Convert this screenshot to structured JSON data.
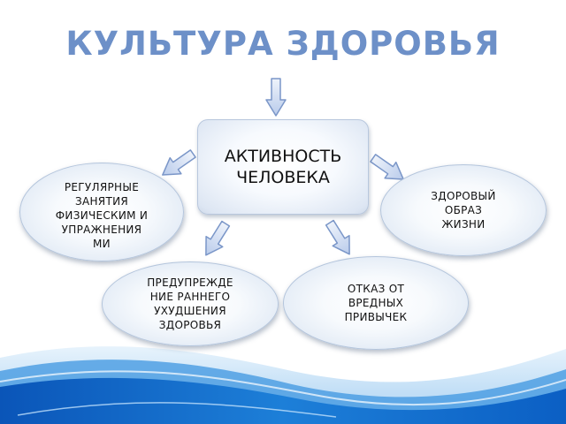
{
  "title": "КУЛЬТУРА ЗДОРОВЬЯ",
  "center": {
    "text": "АКТИВНОСТЬ ЧЕЛОВЕКА"
  },
  "nodes": {
    "sport": {
      "text": "РЕГУЛЯРНЫЕ ЗАНЯТИЯ ФИЗИЧЕСКИМ И УПРАЖНЕНИЯ МИ"
    },
    "zozh": {
      "text": "ЗДОРОВЫЙ ОБРАЗ ЖИЗНИ"
    },
    "prevention": {
      "text": "ПРЕДУПРЕЖДЕ НИЕ РАННЕГО УХУДШЕНИЯ ЗДОРОВЬЯ"
    },
    "bad_habits": {
      "text": "ОТКАЗ ОТ ВРЕДНЫХ ПРИВЫЧЕК"
    }
  },
  "colors": {
    "title": "#6d90c8",
    "arrow_fill": "#c5d3ef",
    "arrow_stroke": "#7a96c8",
    "wave": "#1a6fd0"
  }
}
